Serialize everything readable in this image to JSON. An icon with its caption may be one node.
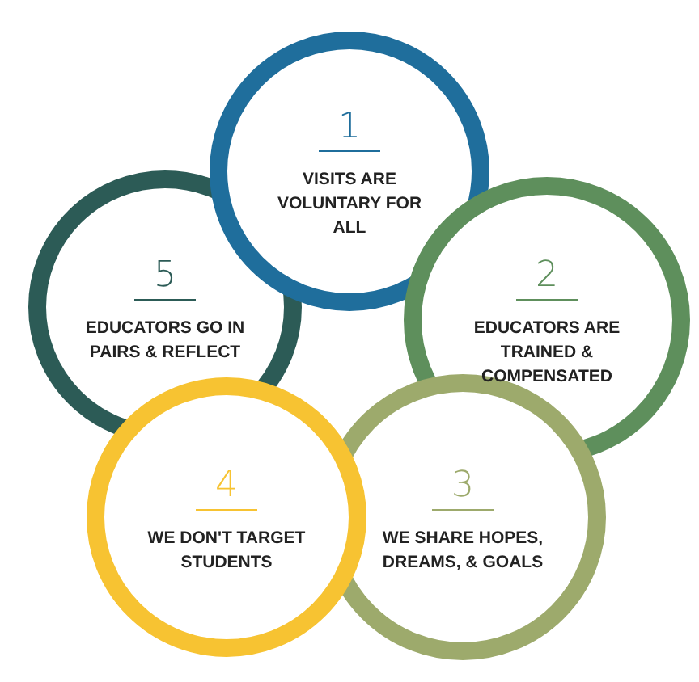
{
  "diagram": {
    "nodes": [
      {
        "text": [
          "5",
          "EDUCATORS GO IN PAIRS & REFLECT"
        ]
      },
      {
        "text": [
          "1",
          "VISITS ARE VOLUNTARY FOR ALL"
        ]
      },
      {
        "text": [
          "2",
          "EDUCATORS ARE TRAINED & COMPENSATED"
        ]
      },
      {
        "text": [
          "3",
          "WE SHARE HOPES, DREAMS, & GOALS"
        ]
      },
      {
        "text": [
          "4",
          "WE DON'T TARGET STUDENTS"
        ]
      }
    ]
  }
}
